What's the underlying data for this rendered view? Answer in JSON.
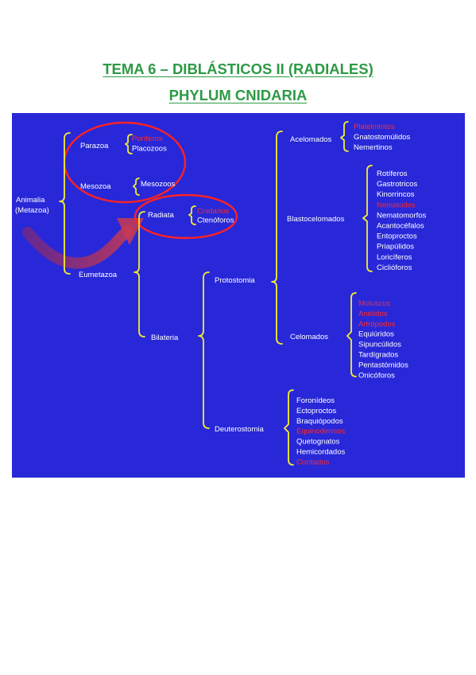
{
  "header": {
    "title_line1": "TEMA 6 – DIBLÁSTICOS II (RADIALES)",
    "title_line2": "PHYLUM CNIDARIA"
  },
  "colors": {
    "title_green": "#2e9a45",
    "slide_blue": "#2828d8",
    "brace_yellow": "#f4ee30",
    "highlight_red": "#ff2a2a"
  },
  "tree": {
    "root": "Animalia (Metazoa)",
    "root_line1": "Animalia",
    "root_line2": "(Metazoa)",
    "parazoa": "Parazoa",
    "parazoa_children": [
      "Poríferos",
      "Placozoos"
    ],
    "mesozoa": "Mesozoa",
    "mesozoa_children": [
      "Mesozoos"
    ],
    "eumetazoa": "Eumetazoa",
    "radiata": "Radiata",
    "radiata_children": [
      "Cnidarios",
      "Ctenóforos"
    ],
    "bilateria": "Bilateria",
    "protostomia": "Protostomia",
    "deuterostomia": "Deuterostomia",
    "acelomados": "Acelomados",
    "acelomados_children": [
      "Platelmintos",
      "Gnatostomúlidos",
      "Nemertinos"
    ],
    "blastocelomados": "Blastocelomados",
    "blastocelomados_children": [
      "Rotíferos",
      "Gastrotricos",
      "Kinorrincos",
      "Nematodos",
      "Nematomorfos",
      "Acantocéfalos",
      "Entoproctos",
      "Priapúlidos",
      "Loricíferos",
      "Ciclióforos"
    ],
    "celomados": "Celomados",
    "celomados_children": [
      "Moluscos",
      "Anélidos",
      "Artrópodos",
      "Equiúridos",
      "Sipuncúlidos",
      "Tardígrados",
      "Pentastómidos",
      "Onicóforos"
    ],
    "deuterostomia_children": [
      "Foronídeos",
      "Ectoproctos",
      "Braquiópodos",
      "Equinodermos",
      "Quetognatos",
      "Hemicordados",
      "Cordados"
    ],
    "red_items": [
      "Poríferos",
      "Cnidarios",
      "Platelmintos",
      "Nematodos",
      "Moluscos",
      "Anélidos",
      "Artrópodos",
      "Equinodermos",
      "Cordados"
    ]
  }
}
